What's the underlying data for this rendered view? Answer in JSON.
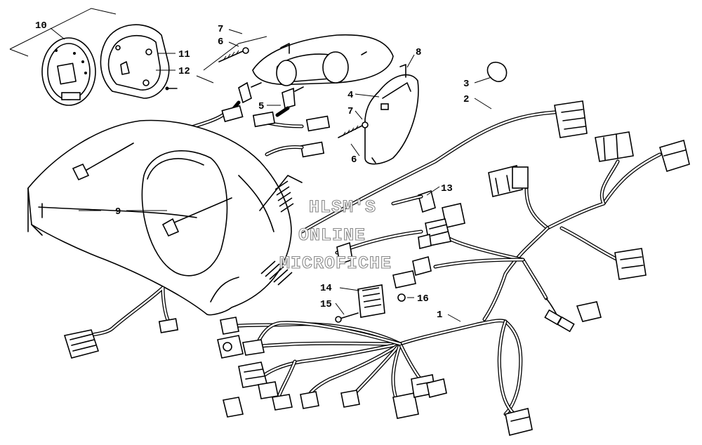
{
  "callouts": {
    "c1": "1",
    "c2": "2",
    "c3": "3",
    "c4": "4",
    "c5": "5",
    "c6a": "6",
    "c6b": "6",
    "c7a": "7",
    "c7b": "7",
    "c8": "8",
    "c9": "9",
    "c10": "10",
    "c11": "11",
    "c12": "12",
    "c13": "13",
    "c14": "14",
    "c15": "15",
    "c16": "16"
  },
  "watermark": {
    "line1": "HLSM'S",
    "line2": "ONLINE",
    "line3": "MICROFICHE"
  }
}
